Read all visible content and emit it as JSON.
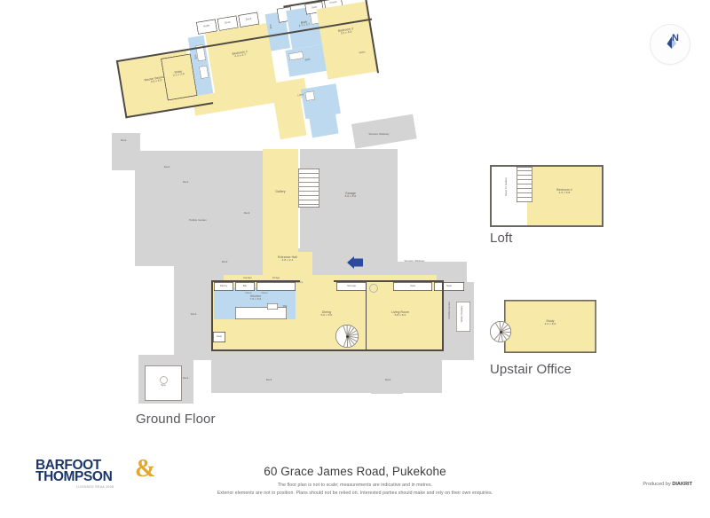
{
  "document": {
    "address": "60 Grace James Road, Pukekohe",
    "disclaimer_line1": "The floor plan is not to scale; measurements are indicative and in metres.",
    "disclaimer_line2": "Exterior elements are not in position. Plans should not be relied on. Interested parties should make and rely on their own enquiries.",
    "produced_prefix": "Produced by ",
    "produced_brand": "DIAKRIT"
  },
  "brand": {
    "line1": "BARFOOT",
    "line2": "THOMPSON",
    "ampersand": "&",
    "tagline": "LICENSED REAA 2008",
    "navy": "#1b3668",
    "gold": "#e0a82e"
  },
  "compass": {
    "label": "N",
    "color": "#2b4a86"
  },
  "palette": {
    "room_fill": "#f7e9a8",
    "wet_fill": "#bcd9ef",
    "outdoor_fill": "#d4d4d4",
    "wall": "#4f4a43",
    "entry_arrow": "#2b4a9e"
  },
  "floors": [
    {
      "key": "ground",
      "title": "Ground Floor"
    },
    {
      "key": "loft",
      "title": "Loft"
    },
    {
      "key": "office",
      "title": "Upstair Office"
    }
  ],
  "ground_floor": {
    "title": "Ground Floor",
    "rooms": [
      {
        "name": "Master Bedroom",
        "dim": "3.8 x 6.0"
      },
      {
        "name": "Robe",
        "dim": "2.1 x 3.3"
      },
      {
        "name": "Bedroom 2",
        "dim": "4.4 x 4.7"
      },
      {
        "name": "Bedroom 3",
        "dim": "3.2 x 5.0"
      },
      {
        "name": "Bath",
        "dim": "2.7 x 3.7"
      },
      {
        "name": "Gallery",
        "dim": ""
      },
      {
        "name": "Garage",
        "dim": "6.0 x 6.0"
      },
      {
        "name": "Entrance Hall",
        "dim": "4.8 x 2.1"
      },
      {
        "name": "Kitchen",
        "dim": "7.0 x 6.0"
      },
      {
        "name": "Dining",
        "dim": "5.0 x 6.0"
      },
      {
        "name": "Living Room",
        "dim": "5.8 x 6.0"
      }
    ],
    "annotations": [
      "Deck",
      "Deck",
      "Deck",
      "Deck",
      "Deck",
      "Deck",
      "Deck",
      "Wooden Walkway",
      "Wooden Walkway",
      "Pebble Garden",
      "Garden",
      "Pantry",
      "Pantry",
      "Bar",
      "Seat",
      "Seat",
      "Seat",
      "Linen",
      "Ens",
      "Ens",
      "Robe",
      "Robe",
      "Robe",
      "Closet",
      "Closet",
      "Oven",
      "Oven",
      "Fridge",
      "DW",
      "Storage",
      "Spa",
      "Pebble Garden",
      "Water Feature",
      "Store"
    ]
  },
  "loft": {
    "title": "Loft",
    "rooms": [
      {
        "name": "Bedroom 4",
        "dim": "4.9 x 5.8"
      }
    ],
    "annotations": [
      "Open To Gallery"
    ]
  },
  "upstair_office": {
    "title": "Upstair Office",
    "rooms": [
      {
        "name": "Study",
        "dim": "4.2 x 6.0"
      }
    ],
    "annotations": []
  }
}
